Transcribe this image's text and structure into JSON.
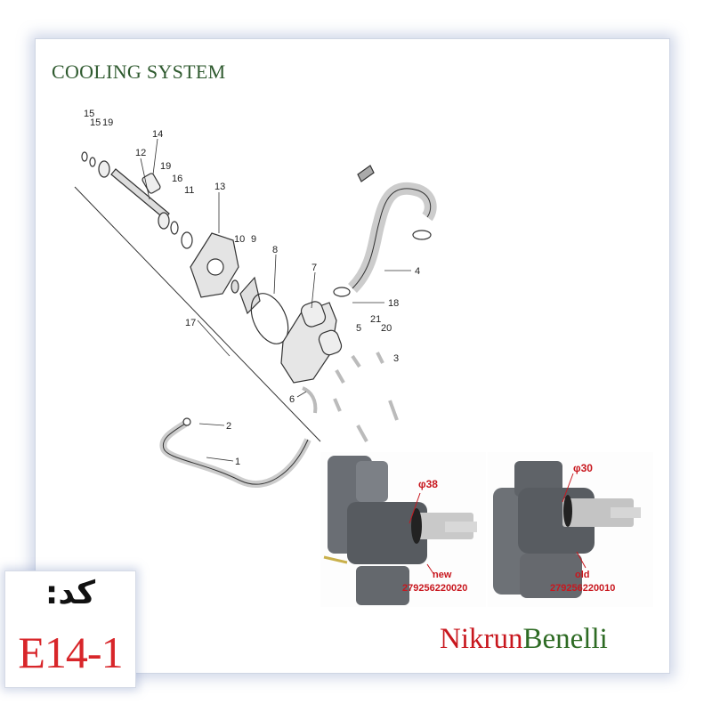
{
  "title": "COOLING SYSTEM",
  "callouts": [
    {
      "label": "15"
    },
    {
      "label": "15"
    },
    {
      "label": "19"
    },
    {
      "label": "14"
    },
    {
      "label": "12"
    },
    {
      "label": "19"
    },
    {
      "label": "16"
    },
    {
      "label": "11"
    },
    {
      "label": "13"
    },
    {
      "label": "10"
    },
    {
      "label": "9"
    },
    {
      "label": "8"
    },
    {
      "label": "7"
    },
    {
      "label": "17"
    },
    {
      "label": "4"
    },
    {
      "label": "18"
    },
    {
      "label": "5"
    },
    {
      "label": "21"
    },
    {
      "label": "20"
    },
    {
      "label": "3"
    },
    {
      "label": "6"
    },
    {
      "label": "2"
    },
    {
      "label": "1"
    }
  ],
  "photo_new": {
    "diameter": "φ38",
    "status": "new",
    "part_number": "279256220020"
  },
  "photo_old": {
    "diameter": "φ30",
    "status": "old",
    "part_number": "279256220010"
  },
  "code": {
    "label": "کد:",
    "value": "E14-1"
  },
  "brand": {
    "part1": "Nikrun",
    "part2": "Benelli"
  },
  "colors": {
    "title": "#2f5a2f",
    "accent_red": "#c8171e",
    "brand_green": "#2e6b24",
    "code_red": "#d8262a"
  }
}
